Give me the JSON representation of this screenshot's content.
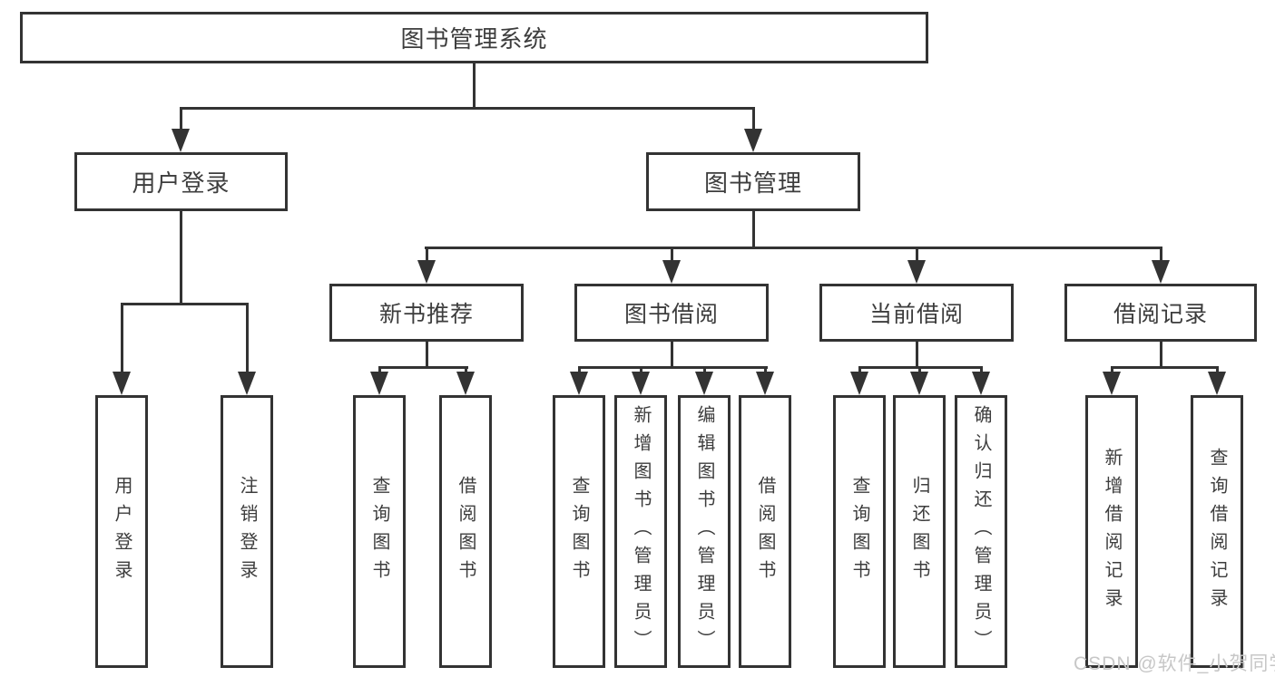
{
  "tree": {
    "root": {
      "label": "图书管理系统"
    },
    "branches": [
      {
        "label": "用户登录",
        "children": [
          {
            "label": "用户登录"
          },
          {
            "label": "注销登录"
          }
        ]
      },
      {
        "label": "图书管理",
        "children": [
          {
            "label": "新书推荐",
            "children": [
              {
                "label": "查询图书"
              },
              {
                "label": "借阅图书"
              }
            ]
          },
          {
            "label": "图书借阅",
            "children": [
              {
                "label": "查询图书"
              },
              {
                "label": "新增图书（管理员）"
              },
              {
                "label": "编辑图书（管理员）"
              },
              {
                "label": "借阅图书"
              }
            ]
          },
          {
            "label": "当前借阅",
            "children": [
              {
                "label": "查询图书"
              },
              {
                "label": "归还图书"
              },
              {
                "label": "确认归还（管理员）"
              }
            ]
          },
          {
            "label": "借阅记录",
            "children": [
              {
                "label": "新增借阅记录"
              },
              {
                "label": "查询借阅记录"
              }
            ]
          }
        ]
      }
    ]
  },
  "watermark": {
    "text": "CSDN @软件_小贺同学"
  },
  "colors": {
    "line": "#333333",
    "text": "#3d3d3d",
    "watermark": "#c7c7c7"
  }
}
